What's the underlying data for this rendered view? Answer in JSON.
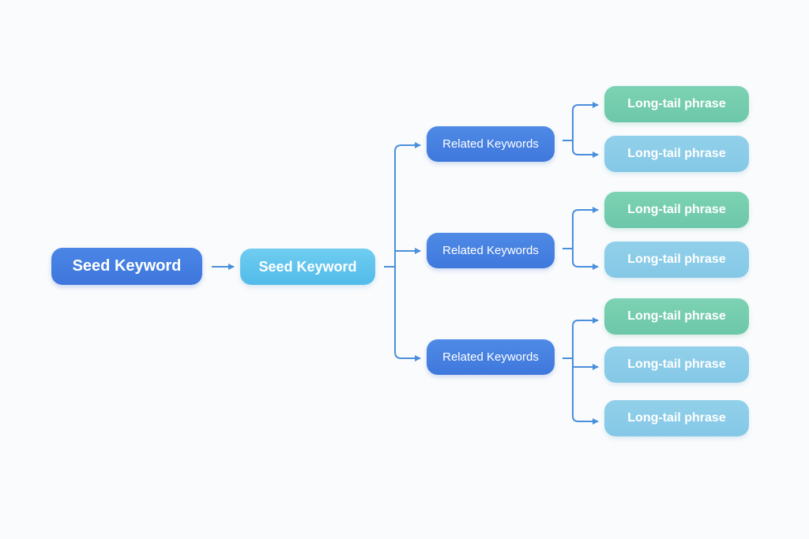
{
  "nodes": {
    "seed_primary": "Seed Keyword",
    "seed_secondary": "Seed Keyword",
    "related": [
      "Related Keywords",
      "Related Keywords",
      "Related Keywords"
    ],
    "long_tail": [
      "Long-tail phrase",
      "Long-tail phrase",
      "Long-tail phrase",
      "Long-tail phrase",
      "Long-tail phrase",
      "Long-tail phrase",
      "Long-tail phrase"
    ]
  },
  "colors": {
    "connector": "#4a8fdb",
    "seed_primary": "#4581e3",
    "seed_secondary": "#5ec3ed",
    "related": "#4682e2",
    "long_tail_green": "#75cdae",
    "long_tail_blue": "#8bcce8",
    "background": "#fafbfc"
  }
}
